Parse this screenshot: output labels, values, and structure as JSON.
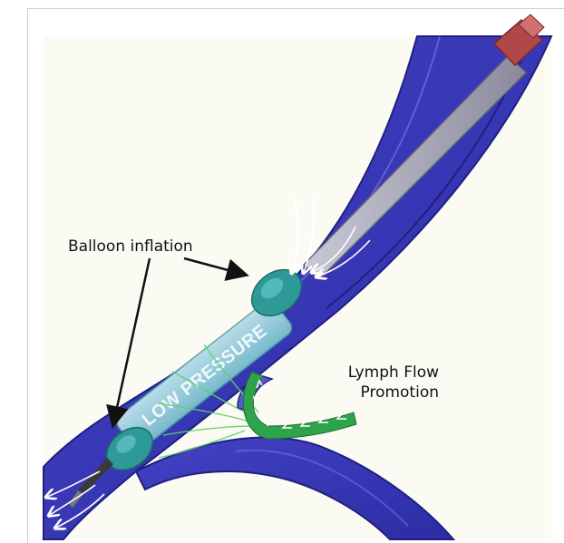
{
  "labels": {
    "balloon_inflation": "Balloon inflation",
    "lymph_flow_line1": "Lymph Flow",
    "lymph_flow_line2": "Promotion",
    "low_pressure": "LOW PRESSURE"
  },
  "colors": {
    "vessel_fill": "#3a3ab8",
    "vessel_dark": "#1f1f80",
    "vessel_light": "#6f6fd8",
    "balloon": "#2e9a98",
    "device_body": "#9fd8dc",
    "catheter": "#a8a8b8",
    "catheter_tip": "#b04848",
    "lymph_green": "#2fa34a",
    "flow_arrows": "#ffffff",
    "label_text": "#111111"
  },
  "icons": [
    "white-flow-arrow-icon",
    "green-lymph-arrow-icon"
  ]
}
